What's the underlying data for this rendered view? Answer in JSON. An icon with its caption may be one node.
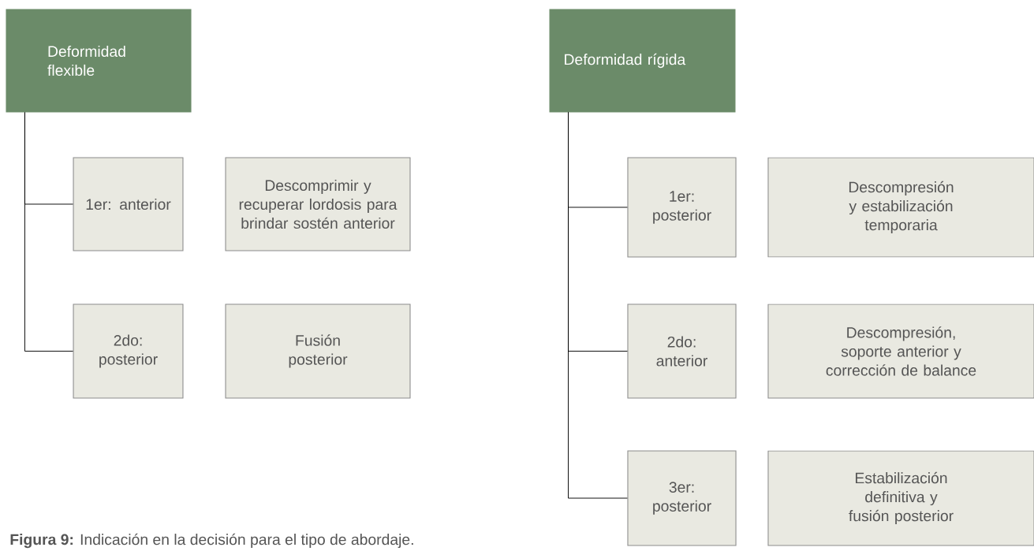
{
  "diagram": {
    "caption": "**Figura 9:** Indicación en la decisión para el tipo de abordaje.",
    "nodes": [
      {
        "text": [
          "Deformidad flexible"
        ]
      },
      {
        "text": [
          "1er: anterior"
        ]
      },
      {
        "text": [
          "Descomprimir y recuperar lordosis para brindar sostén anterior"
        ]
      },
      {
        "text": [
          "2do: posterior"
        ]
      },
      {
        "text": [
          "Fusión posterior"
        ]
      },
      {
        "text": [
          "Deformidad rígida"
        ]
      },
      {
        "text": [
          "1er: posterior"
        ]
      },
      {
        "text": [
          "Descompresión y estabilización temporaria"
        ]
      },
      {
        "text": [
          "2do: anterior"
        ]
      },
      {
        "text": [
          "Descompresión, soporte anterior y corrección de balance"
        ]
      },
      {
        "text": [
          "3er: posterior"
        ]
      },
      {
        "text": [
          "Estabilización definitiva y fusión posterior"
        ]
      }
    ],
    "edges": [
      {
        "from": 0,
        "to": 1,
        "arrow": "none"
      },
      {
        "from": 0,
        "to": 3,
        "arrow": "none"
      },
      {
        "from": 5,
        "to": 6,
        "arrow": "none"
      },
      {
        "from": 5,
        "to": 8,
        "arrow": "none"
      },
      {
        "from": 5,
        "to": 10,
        "arrow": "none"
      }
    ]
  }
}
